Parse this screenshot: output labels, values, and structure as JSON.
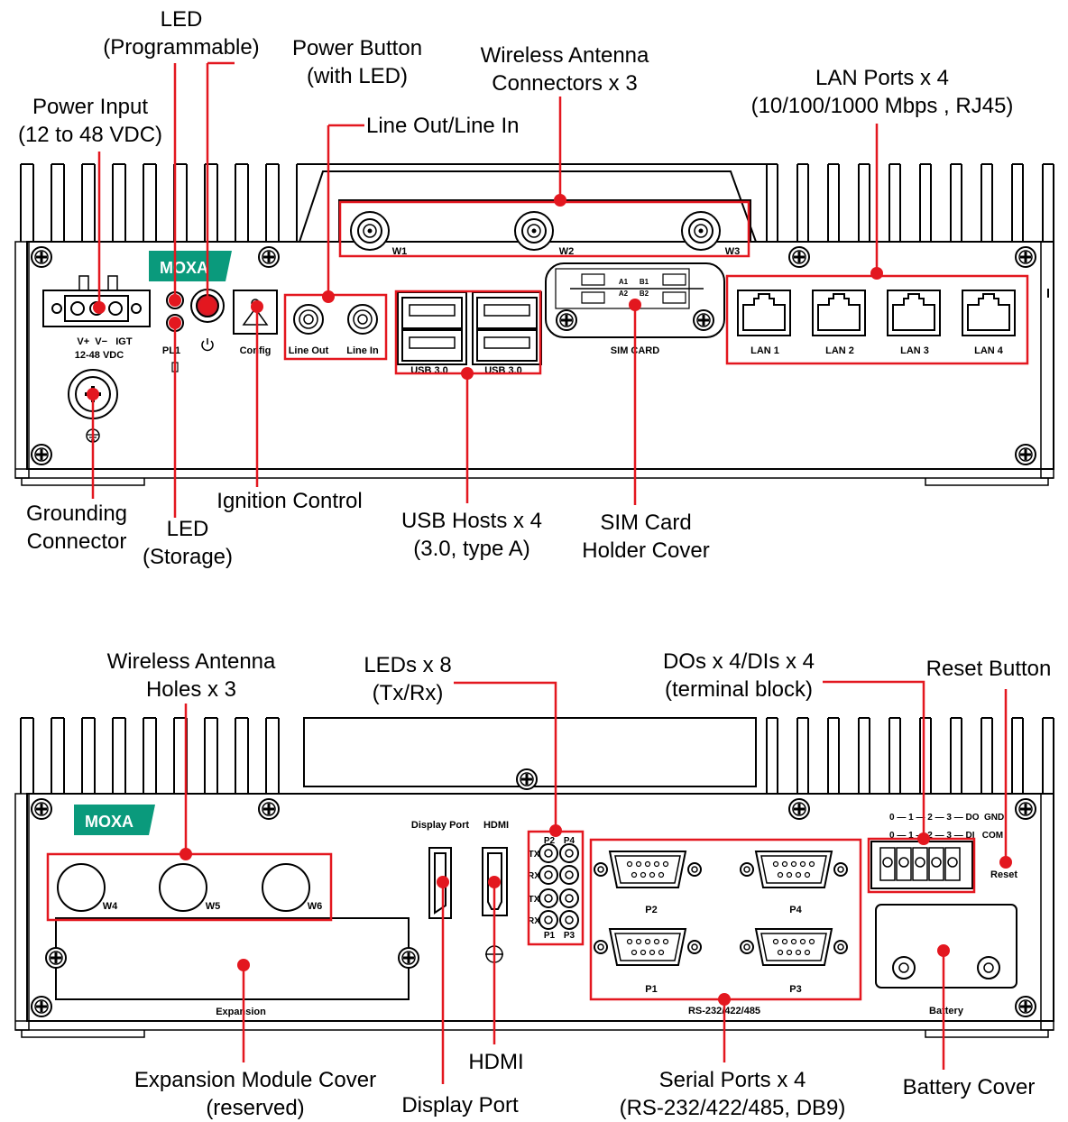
{
  "front": {
    "brand": "MOXA",
    "port_labels": {
      "w1": "W1",
      "w2": "W2",
      "w3": "W3",
      "power_pins": "V+  V−   IGT",
      "power_voltage": "12-48 VDC",
      "pl1": "PL1",
      "config": "Config",
      "line_out": "Line Out",
      "line_in": "Line In",
      "usb_left": "USB 3.0",
      "usb_right": "USB 3.0",
      "sim_a1": "A1",
      "sim_b1": "B1",
      "sim_a2": "A2",
      "sim_b2": "B2",
      "sim_card": "SIM CARD",
      "lan1": "LAN 1",
      "lan2": "LAN 2",
      "lan3": "LAN 3",
      "lan4": "LAN 4"
    },
    "callouts": {
      "led_programmable": [
        "LED",
        "(Programmable)"
      ],
      "power_button": [
        "Power Button",
        "(with LED)"
      ],
      "wireless_connectors": [
        "Wireless Antenna",
        "Connectors x 3"
      ],
      "lan_ports": [
        "LAN Ports x 4",
        "(10/100/1000 Mbps , RJ45)"
      ],
      "power_input": [
        "Power Input",
        "(12 to 48 VDC)"
      ],
      "line_out_in": [
        "Line Out/Line In"
      ],
      "grounding": [
        "Grounding",
        "Connector"
      ],
      "led_storage": [
        "LED",
        "(Storage)"
      ],
      "ignition": [
        "Ignition Control"
      ],
      "usb_hosts": [
        "USB Hosts x 4",
        "(3.0, type A)"
      ],
      "sim_holder": [
        "SIM Card",
        "Holder Cover"
      ]
    }
  },
  "rear": {
    "brand": "MOXA",
    "port_labels": {
      "w4": "W4",
      "w5": "W5",
      "w6": "W6",
      "display_port": "Display Port",
      "hdmi": "HDMI",
      "p2": "P2",
      "p4": "P4",
      "p1": "P1",
      "p3": "P3",
      "tx": "TX",
      "rx": "RX",
      "serial": "RS-232/422/485",
      "do_row": "0 — 1 — 2 — 3 — DO  GND",
      "di_row": "0 — 1 — 2 — 3 — DI   COM",
      "reset": "Reset",
      "expansion": "Expansion",
      "battery": "Battery"
    },
    "callouts": {
      "wireless_holes": [
        "Wireless Antenna",
        "Holes x 3"
      ],
      "leds": [
        "LEDs x 8",
        "(Tx/Rx)"
      ],
      "dio": [
        "DOs x 4/DIs x 4",
        "(terminal block)"
      ],
      "reset_button": [
        "Reset Button"
      ],
      "expansion_cover": [
        "Expansion Module Cover",
        "(reserved)"
      ],
      "display_port": [
        "Display Port"
      ],
      "hdmi": [
        "HDMI"
      ],
      "serial_ports": [
        "Serial Ports x 4",
        "(RS-232/422/485, DB9)"
      ],
      "battery_cover": [
        "Battery Cover"
      ]
    }
  },
  "colors": {
    "callout": "#e3171f",
    "brand": "#0a9a7c",
    "line": "#000000"
  }
}
